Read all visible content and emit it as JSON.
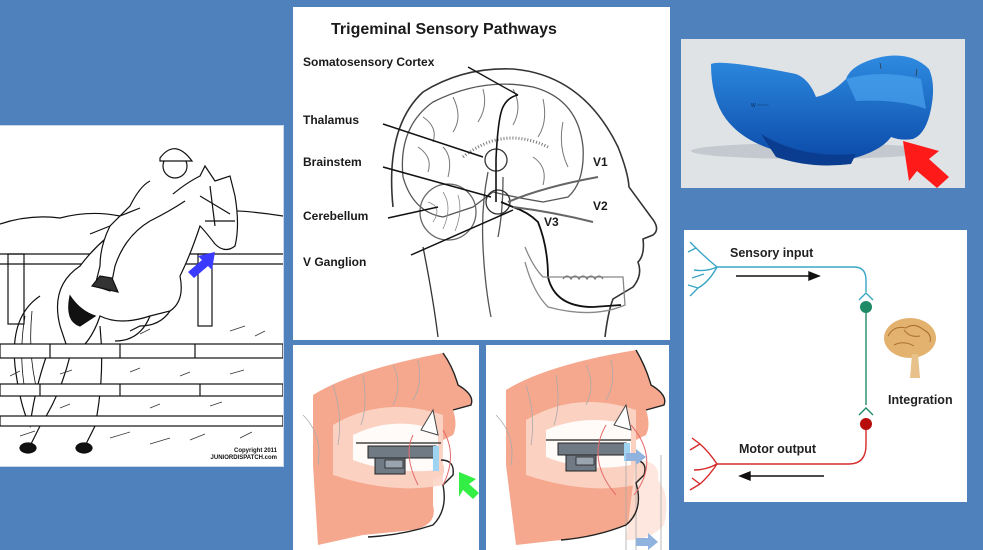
{
  "slide": {
    "background_color": "#4f81bd"
  },
  "horse_panel": {
    "description": "Line drawing of rider on horse jumping fence",
    "copyright_line1": "Copyright 2011",
    "copyright_line2": "JUNIORDISPATCH.com",
    "arrow_color": "#3b3bff"
  },
  "trigeminal_panel": {
    "title": "Trigeminal Sensory Pathways",
    "labels": {
      "cortex": "Somatosensory Cortex",
      "thalamus": "Thalamus",
      "brainstem": "Brainstem",
      "cerebellum": "Cerebellum",
      "ganglion": "V Ganglion",
      "v1": "V1",
      "v2": "V2",
      "v3": "V3"
    }
  },
  "jaw_panel_1": {
    "description": "Jaw cross-section with oral appliance",
    "arrow_color": "#33ee44"
  },
  "jaw_panel_2": {
    "description": "Jaw cross-section with appliance, mandible advanced",
    "arrow_color": "#8fb3de"
  },
  "photo_panel": {
    "description": "Blue mouthguard photo",
    "arrow_color": "#ff1a1a"
  },
  "reflex_panel": {
    "sensory_label": "Sensory input",
    "integration_label": "Integration",
    "motor_label": "Motor output",
    "sensory_color": "#3aa6c6",
    "integration_color": "#1f8a66",
    "motor_color": "#d62a2a"
  }
}
